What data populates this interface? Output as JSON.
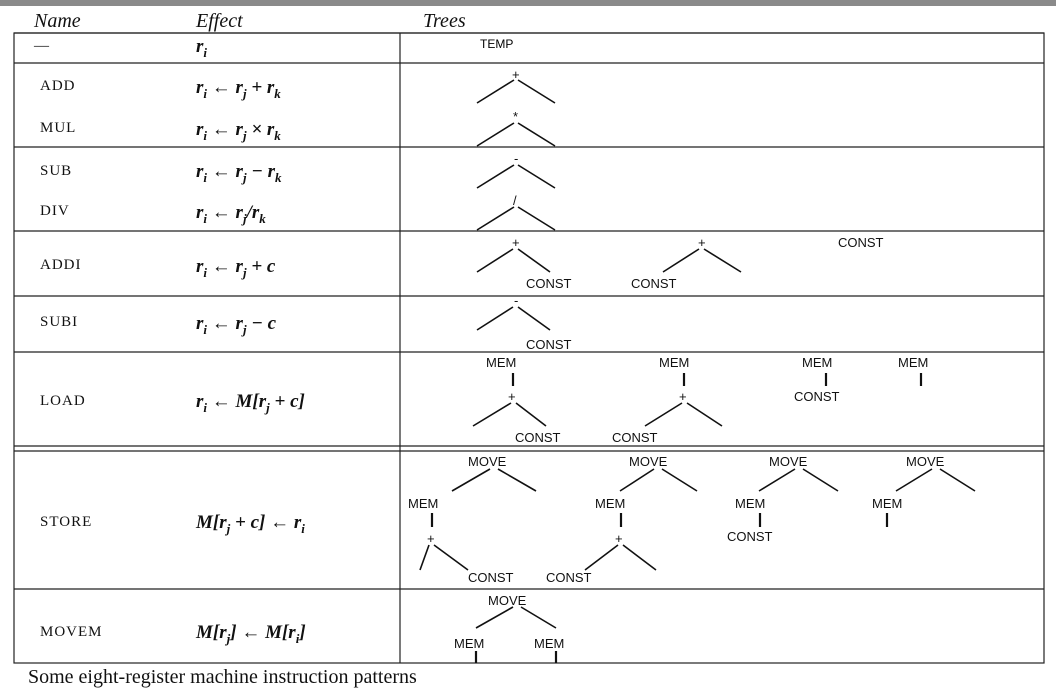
{
  "headers": {
    "name": "Name",
    "effect": "Effect",
    "trees": "Trees"
  },
  "rows": [
    {
      "name": "—",
      "effect_html": "r<sub>i</sub>"
    },
    {
      "name": "ADD",
      "effect_html": "r<sub>i</sub> ← r<sub>j</sub> + r<sub>k</sub>"
    },
    {
      "name": "MUL",
      "effect_html": "r<sub>i</sub> ← r<sub>j</sub> × r<sub>k</sub>"
    },
    {
      "name": "SUB",
      "effect_html": "r<sub>i</sub> ← r<sub>j</sub> − r<sub>k</sub>"
    },
    {
      "name": "DIV",
      "effect_html": "r<sub>i</sub> ← r<sub>j</sub>/r<sub>k</sub>"
    },
    {
      "name": "ADDI",
      "effect_html": "r<sub>i</sub> ← r<sub>j</sub> + c"
    },
    {
      "name": "SUBI",
      "effect_html": "r<sub>i</sub> ← r<sub>j</sub> − c"
    },
    {
      "name": "LOAD",
      "effect_html": "r<sub>i</sub> ← M[r<sub>j</sub> + c]"
    },
    {
      "name": "STORE",
      "effect_html": "M[r<sub>j</sub> + c] ← r<sub>i</sub>"
    },
    {
      "name": "MOVEM",
      "effect_html": "M[r<sub>j</sub>] ← M[r<sub>i</sub>]"
    }
  ],
  "tree_labels": {
    "temp": "TEMP",
    "plus": "+",
    "times": "*",
    "minus": "-",
    "div": "/",
    "const": "CONST",
    "mem": "MEM",
    "move": "MOVE"
  },
  "caption": "Some eight-register machine instruction patterns"
}
